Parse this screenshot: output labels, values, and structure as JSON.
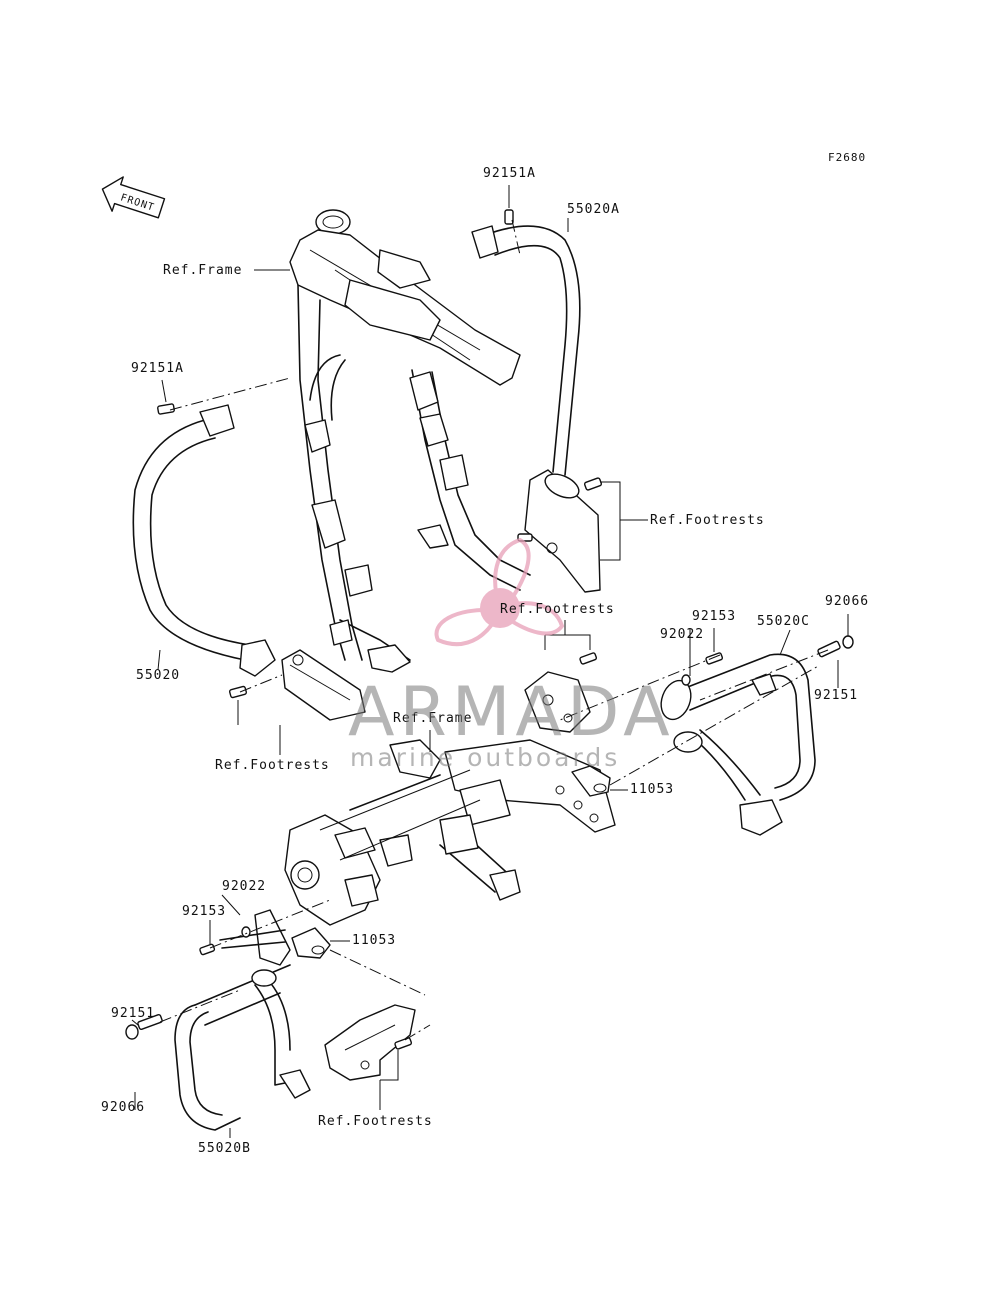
{
  "figure_code": "F2680",
  "front_badge": "FRONT",
  "labels": {
    "l_92151A_top": "92151A",
    "l_55020A": "55020A",
    "l_ref_frame_top": "Ref.Frame",
    "l_92151A_left": "92151A",
    "l_ref_footrests_right": "Ref.Footrests",
    "l_55020": "55020",
    "l_ref_footrests_mid": "Ref.Footrests",
    "l_92153_right": "92153",
    "l_92066_right": "92066",
    "l_92022_right": "92022",
    "l_55020C": "55020C",
    "l_92151_right": "92151",
    "l_ref_frame_mid": "Ref.Frame",
    "l_ref_footrests_left": "Ref.Footrests",
    "l_11053_right": "11053",
    "l_92022_left": "92022",
    "l_92153_left": "92153",
    "l_11053_left": "11053",
    "l_92151_left": "92151",
    "l_92066_left": "92066",
    "l_ref_footrests_bottom": "Ref.Footrests",
    "l_55020B": "55020B"
  },
  "watermark": {
    "title": "ARMADA",
    "subtitle": "marine outboards",
    "logo": "propeller-logo",
    "color": "#e8a0b8"
  }
}
